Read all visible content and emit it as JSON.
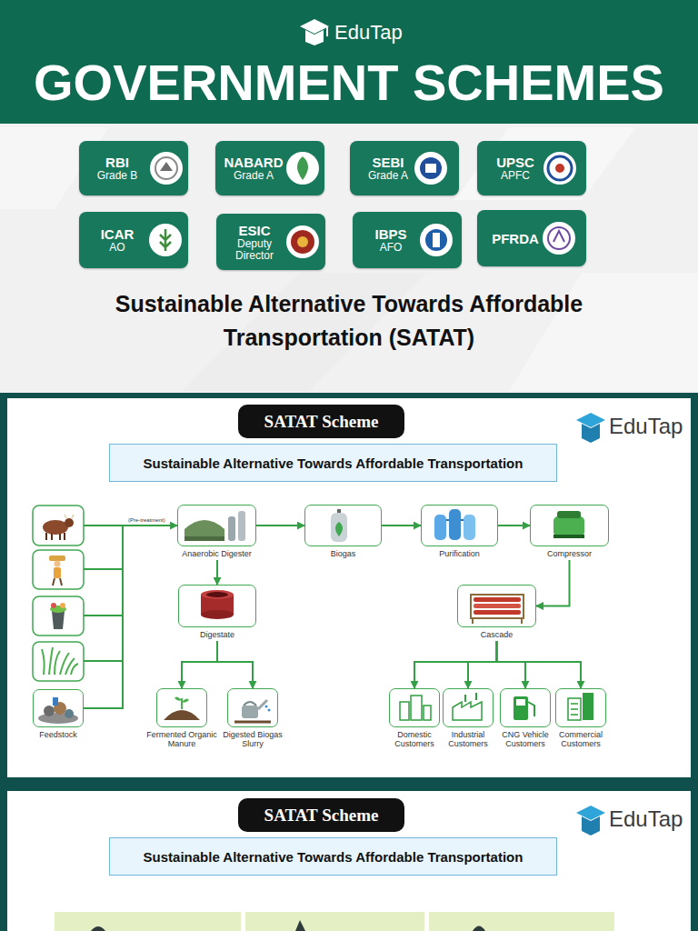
{
  "diagram": {
    "title": "GOVERNMENT SCHEMES",
    "nodes": [
      {
        "text": [
          "RBI",
          "Grade B"
        ]
      },
      {
        "text": [
          "NABARD",
          "Grade A"
        ]
      },
      {
        "text": [
          "SEBI",
          "Grade A"
        ]
      },
      {
        "text": [
          "UPSC",
          "APFC"
        ]
      },
      {
        "text": [
          "ICAR",
          "AO"
        ]
      },
      {
        "text": [
          "ESIC",
          "Deputy Director"
        ]
      },
      {
        "text": [
          "IBPS",
          "AFO"
        ]
      },
      {
        "text": [
          "PFRDA"
        ]
      },
      {
        "text": [
          "SATAT Scheme"
        ]
      },
      {
        "text": [
          "Sustainable Alternative Towards Affordable Transportation"
        ]
      },
      {
        "text": [
          "Feedstock"
        ]
      },
      {
        "text": [
          "Anaerobic Digester"
        ]
      },
      {
        "text": [
          "Biogas"
        ]
      },
      {
        "text": [
          "Purification"
        ]
      },
      {
        "text": [
          "Compressor"
        ]
      },
      {
        "text": [
          "Digestate"
        ]
      },
      {
        "text": [
          "Cascade"
        ]
      },
      {
        "text": [
          "Fermented Organic Manure"
        ]
      },
      {
        "text": [
          "Digested Biogas Slurry"
        ]
      },
      {
        "text": [
          "Domestic Customers"
        ]
      },
      {
        "text": [
          "Industrial Customers"
        ]
      },
      {
        "text": [
          "CNG Vehicle Customers"
        ]
      },
      {
        "text": [
          "Commercial Customers"
        ]
      },
      {
        "text": [
          "SATAT Scheme"
        ]
      },
      {
        "text": [
          "Sustainable Alternative Towards Affordable Transportation"
        ]
      }
    ],
    "edges": [
      {
        "from": 10,
        "to": 11,
        "arrow": "to",
        "label": "(Pre-treatment)"
      },
      {
        "from": 11,
        "to": 12,
        "arrow": "to"
      },
      {
        "from": 12,
        "to": 13,
        "arrow": "to"
      },
      {
        "from": 13,
        "to": 14,
        "arrow": "to"
      },
      {
        "from": 11,
        "to": 15,
        "arrow": "to"
      },
      {
        "from": 14,
        "to": 16,
        "arrow": "to"
      },
      {
        "from": 15,
        "to": 17,
        "arrow": "to"
      },
      {
        "from": 15,
        "to": 18,
        "arrow": "to"
      },
      {
        "from": 16,
        "to": 19,
        "arrow": "to"
      },
      {
        "from": 16,
        "to": 20,
        "arrow": "to"
      },
      {
        "from": 16,
        "to": 21,
        "arrow": "to"
      },
      {
        "from": 16,
        "to": 22,
        "arrow": "to"
      }
    ],
    "labels": [
      "EduTap",
      "Sustainable Alternative Towards Affordable Transportation (SATAT)",
      "EduTap",
      "EduTap"
    ]
  }
}
